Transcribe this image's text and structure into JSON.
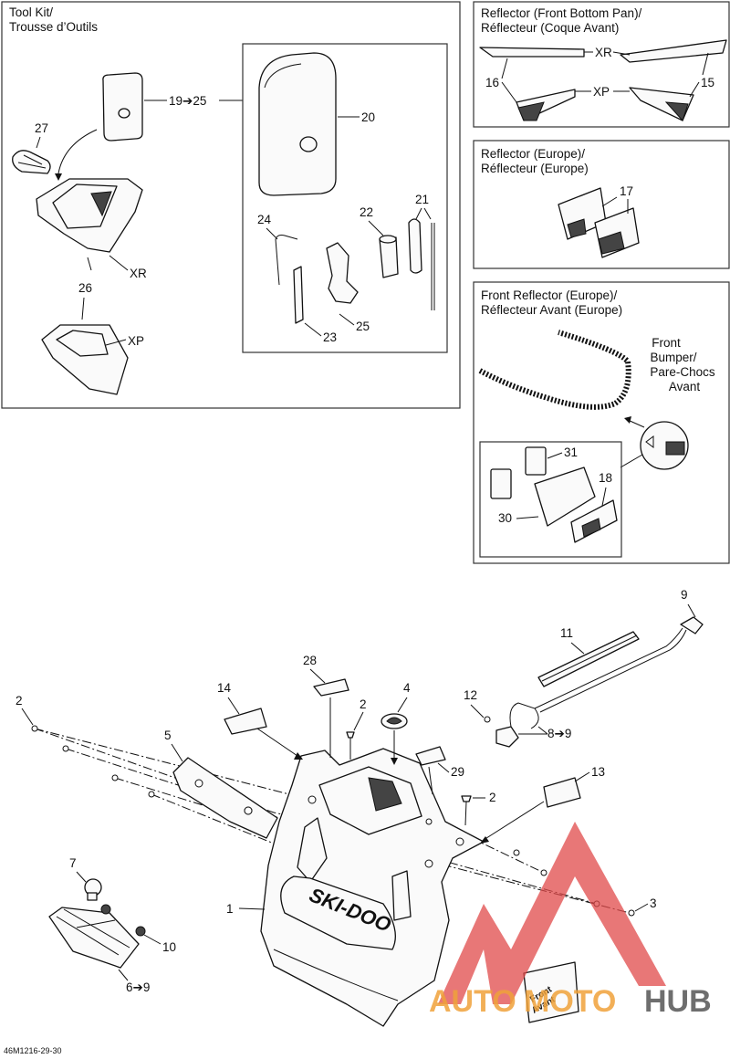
{
  "panels": {
    "tool_kit": {
      "title_en": "Tool Kit/",
      "title_fr": "Trousse d’Outils"
    },
    "reflector_front_bottom_pan": {
      "title_en": "Reflector (Front Bottom Pan)/",
      "title_fr": "Réflecteur (Coque Avant)"
    },
    "reflector_europe": {
      "title_en": "Reflector (Europe)/",
      "title_fr": "Réflecteur (Europe)"
    },
    "front_reflector_europe": {
      "title_en": "Front Reflector (Europe)/",
      "title_fr": "Réflecteur Avant (Europe)"
    }
  },
  "bumper_label": [
    "Front",
    "Bumper/",
    "Pare-Chocs",
    "Avant"
  ],
  "callouts": {
    "c1": "1",
    "c2a": "2",
    "c2b": "2",
    "c2c": "2",
    "c3": "3",
    "c4": "4",
    "c5": "5",
    "c6_9": "6➔9",
    "c7": "7",
    "c8_9": "8➔9",
    "c9": "9",
    "c10": "10",
    "c11": "11",
    "c12": "12",
    "c13": "13",
    "c14": "14",
    "c15": "15",
    "c16": "16",
    "c17": "17",
    "c18": "18",
    "c19_25": "19➔25",
    "c20": "20",
    "c21": "21",
    "c22": "22",
    "c23": "23",
    "c24": "24",
    "c25": "25",
    "c26": "26",
    "c27": "27",
    "c28": "28",
    "c29": "29",
    "c30": "30",
    "c31": "31"
  },
  "model_labels": {
    "xr_top": "XR",
    "xp_top": "XP",
    "xr_reflector": "XR",
    "xp_reflector": "XP"
  },
  "logo_text": "SKI-DOO",
  "sticker_text": [
    "Front",
    "Avant"
  ],
  "diagram_code": "46M1216-29-30",
  "watermark": {
    "part1": "AUTO",
    "part2": "MOTO",
    "part3": "HUB"
  }
}
